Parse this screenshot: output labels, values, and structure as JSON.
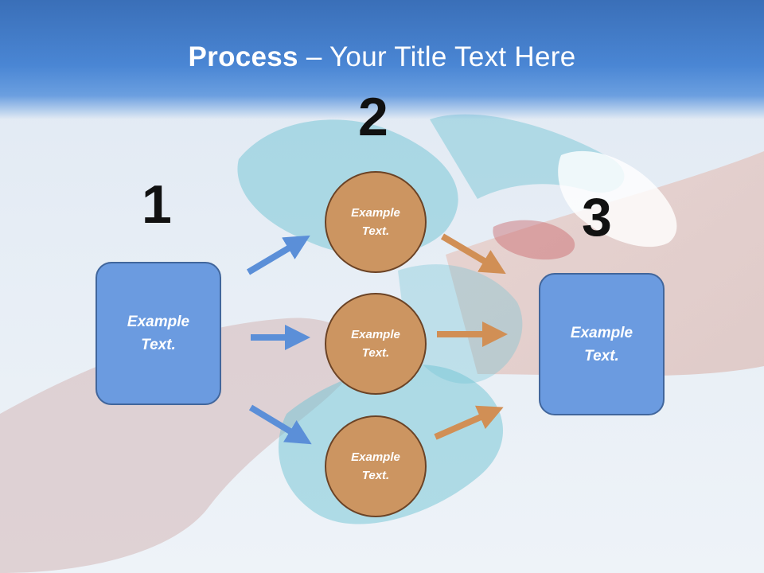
{
  "slide": {
    "title_bold": "Process",
    "title_rest": " – Your Title Text Here"
  },
  "steps": {
    "one": "1",
    "two": "2",
    "three": "3"
  },
  "boxes": {
    "left": {
      "line1": "Example",
      "line2": "Text."
    },
    "right": {
      "line1": "Example",
      "line2": "Text."
    }
  },
  "circles": [
    {
      "line1": "Example",
      "line2": "Text."
    },
    {
      "line1": "Example",
      "line2": "Text."
    },
    {
      "line1": "Example",
      "line2": "Text."
    }
  ],
  "colors": {
    "header": "#4a86d4",
    "box_fill": "#6b9be0",
    "circle_fill": "#cc9561",
    "blue_arrow": "#5b8fd8",
    "brown_arrow": "#d18f55"
  }
}
